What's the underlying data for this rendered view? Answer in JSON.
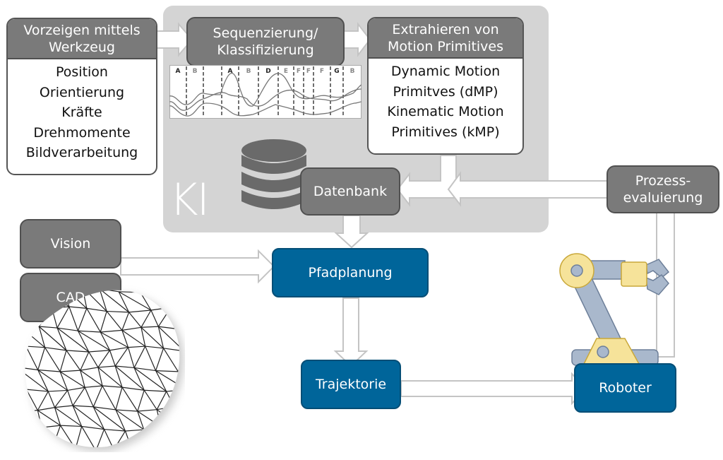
{
  "ki_label": "KI",
  "nodes": {
    "demo": {
      "title_lines": [
        "Vorzeigen mittels",
        "Werkzeug"
      ],
      "items": [
        "Position",
        "Orientierung",
        "Kräfte",
        "Drehmomente",
        "Bildverarbeitung"
      ]
    },
    "sequencing": {
      "title_lines": [
        "Sequenzierung/",
        "Klassifizierung"
      ]
    },
    "extract": {
      "title_lines": [
        "Extrahieren von",
        "Motion Primitives"
      ],
      "items": [
        "Dynamic Motion",
        "Primitves (dMP)",
        "Kinematic Motion",
        "Primitives (kMP)"
      ]
    },
    "database": {
      "label": "Datenbank"
    },
    "process_eval": {
      "title_lines": [
        "Prozess-",
        "evaluierung"
      ]
    },
    "vision": {
      "label": "Vision"
    },
    "cad": {
      "label": "CAD"
    },
    "path_planning": {
      "label": "Pfadplanung"
    },
    "trajectory": {
      "label": "Trajektorie"
    },
    "robot": {
      "label": "Roboter"
    }
  },
  "segment_plot": {
    "segment_labels": [
      "A",
      "B",
      "",
      "A",
      "B",
      "D",
      "E",
      "F",
      "F",
      "F",
      "G",
      "B"
    ]
  },
  "edges": [
    {
      "from": "Vorzeigen mittels Werkzeug",
      "to": "Sequenzierung/Klassifizierung"
    },
    {
      "from": "Sequenzierung/Klassifizierung",
      "to": "Extrahieren von Motion Primitives"
    },
    {
      "from": "Extrahieren von Motion Primitives",
      "to": "Datenbank"
    },
    {
      "from": "Prozessevaluierung",
      "to": "Datenbank"
    },
    {
      "from": "Datenbank",
      "to": "Pfadplanung"
    },
    {
      "from": "Vision",
      "to": "Pfadplanung"
    },
    {
      "from": "CAD",
      "to": "Pfadplanung"
    },
    {
      "from": "Pfadplanung",
      "to": "Trajektorie"
    },
    {
      "from": "Trajektorie",
      "to": "Roboter"
    },
    {
      "from": "Roboter",
      "to": "Prozessevaluierung"
    }
  ],
  "colors": {
    "gray_box": "#7a7a7a",
    "blue_box": "#00659a",
    "ki_panel": "#d4d4d4",
    "robot_arm": "#a9b8cc",
    "robot_joint": "#f6e39a"
  }
}
